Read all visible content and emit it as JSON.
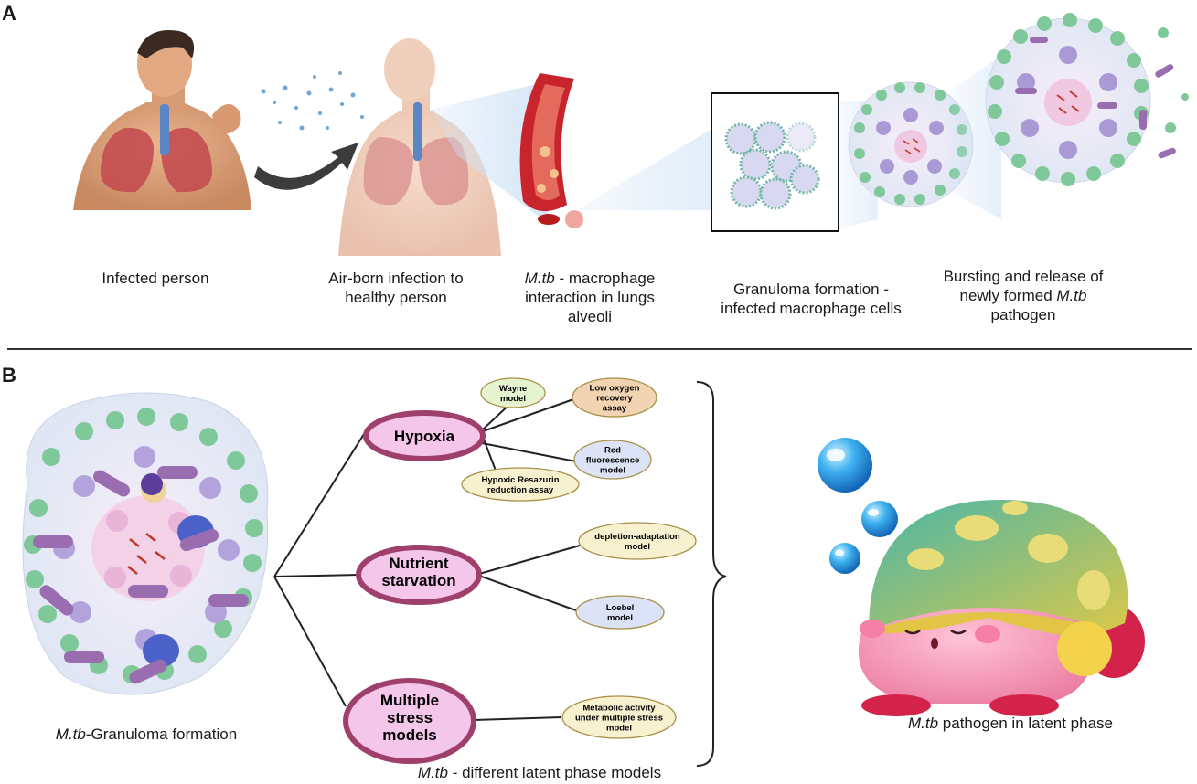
{
  "panel_a": {
    "letter": "A",
    "steps": [
      {
        "caption_lines": [
          "Infected person"
        ]
      },
      {
        "caption_lines": [
          "Air-born infection to",
          "healthy person"
        ]
      },
      {
        "caption_italic": "M.tb",
        "caption_rest": " - macrophage",
        "caption_lines": [
          "interaction in lungs",
          "alveoli"
        ]
      },
      {
        "caption_lines": [
          "Granuloma formation -",
          "infected macrophage cells"
        ]
      },
      {
        "caption_lines": [
          "Bursting and release of"
        ],
        "caption_line2_pre": "newly formed ",
        "caption_line2_italic": "M.tb",
        "caption_line3": "pathogen"
      }
    ]
  },
  "panel_b": {
    "letter": "B",
    "granuloma_caption_italic": "M.tb",
    "granuloma_caption_rest": "-Granuloma formation",
    "models_caption_italic": "M.tb",
    "models_caption_rest": " - different latent phase models",
    "latent_caption_italic": "M.tb",
    "latent_caption_rest": " pathogen in latent phase",
    "categories": [
      {
        "label_lines": [
          "Hypoxia"
        ],
        "models": [
          {
            "label_lines": [
              "Wayne",
              "model"
            ],
            "color": "#e6f3cf"
          },
          {
            "label_lines": [
              "Low oxygen",
              "recovery",
              "assay"
            ],
            "color": "#f2d4b3"
          },
          {
            "label_lines": [
              "Red",
              "fluorescence",
              "model"
            ],
            "color": "#dde3f6"
          },
          {
            "label_lines": [
              "Hypoxic Resazurin",
              "reduction assay"
            ],
            "color": "#f7f1cf"
          }
        ]
      },
      {
        "label_lines": [
          "Nutrient",
          "starvation"
        ],
        "models": [
          {
            "label_lines": [
              "depletion-adaptation",
              "model"
            ],
            "color": "#f7f1cf"
          },
          {
            "label_lines": [
              "Loebel",
              "model"
            ],
            "color": "#dde3f6"
          }
        ]
      },
      {
        "label_lines": [
          "Multiple",
          "stress",
          "models"
        ],
        "models": [
          {
            "label_lines": [
              "Metabolic activity",
              "under multiple stress",
              "model"
            ],
            "color": "#f7f1cf"
          }
        ]
      }
    ]
  },
  "colors": {
    "main_node_fill": "#f4c6ea",
    "main_node_stroke": "#9e3f6c",
    "divider": "#333333"
  }
}
